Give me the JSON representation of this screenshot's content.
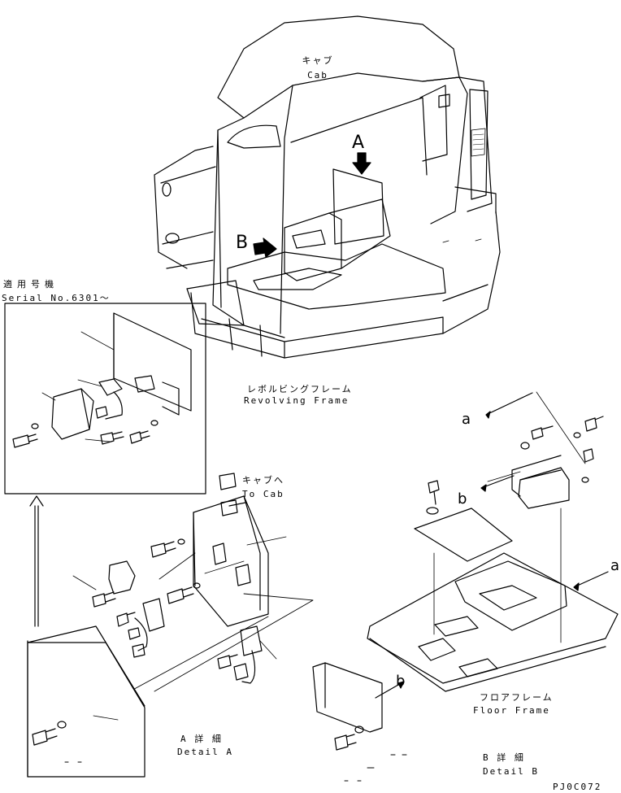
{
  "labels": {
    "cab_jp": "キャブ",
    "cab_en": "Cab",
    "view_a": "A",
    "view_b": "B",
    "revolving_jp": "レボルビングフレーム",
    "revolving_en": "Revolving Frame",
    "serial_jp": "適用号機",
    "serial_en": "Serial No.6301〜",
    "to_cab_jp": "キャブへ",
    "to_cab_en": "To Cab",
    "detail_a_jp": "A 詳 細",
    "detail_a_en": "Detail A",
    "floor_jp": "フロアフレーム",
    "floor_en": "Floor Frame",
    "detail_b_jp": "B 詳 細",
    "detail_b_en": "Detail B",
    "ref_a_top": "a",
    "ref_a_right": "a",
    "ref_b_mid": "b",
    "ref_b_low": "b",
    "drawing_code": "PJ0C072"
  }
}
